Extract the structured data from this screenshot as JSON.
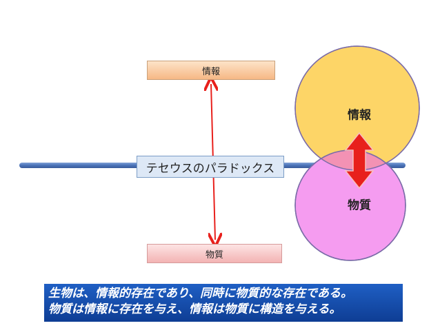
{
  "boxes": {
    "info_top": "情報",
    "matter_bottom": "物質",
    "paradox": "テセウスのパラドックス"
  },
  "circles": {
    "info": "情報",
    "matter": "物質"
  },
  "caption": {
    "line1": "生物は、情報的存在であり、同時に物質的な存在である。",
    "line2": "物質は情報に存在を与え、情報は物質に構造を与える。"
  },
  "colors": {
    "info_circle": "#fdd567",
    "matter_circle": "#f59cf0",
    "overlap": "#f392b4",
    "arrow": "#e8201c",
    "caption_bg": "#1849a9",
    "bar": "#4a72b8"
  }
}
